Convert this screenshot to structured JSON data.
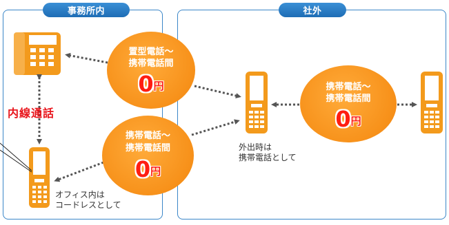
{
  "headers": {
    "office": "事務所内",
    "outside": "社外"
  },
  "bubbles": [
    {
      "line1": "置型電話〜",
      "line2": "携帯電話間",
      "amount": "0",
      "unit": "円"
    },
    {
      "line1": "携帯電話〜",
      "line2": "携帯電話間",
      "amount": "0",
      "unit": "円"
    },
    {
      "line1": "携帯電話〜",
      "line2": "携帯電話間",
      "amount": "0",
      "unit": "円"
    }
  ],
  "internal_call_label": "内線通話",
  "captions": {
    "outside_line1": "外出時は",
    "outside_line2": "携帯電話として",
    "office_line1": "オフィス内は",
    "office_line2": "コードレスとして"
  },
  "colors": {
    "panel_border": "#3a86c8",
    "header_bg": "#1e6db5",
    "bubble": "#f7911a",
    "phone": "#f39a1c",
    "zero": "#ff1e12",
    "internal_label": "#e8141b"
  }
}
